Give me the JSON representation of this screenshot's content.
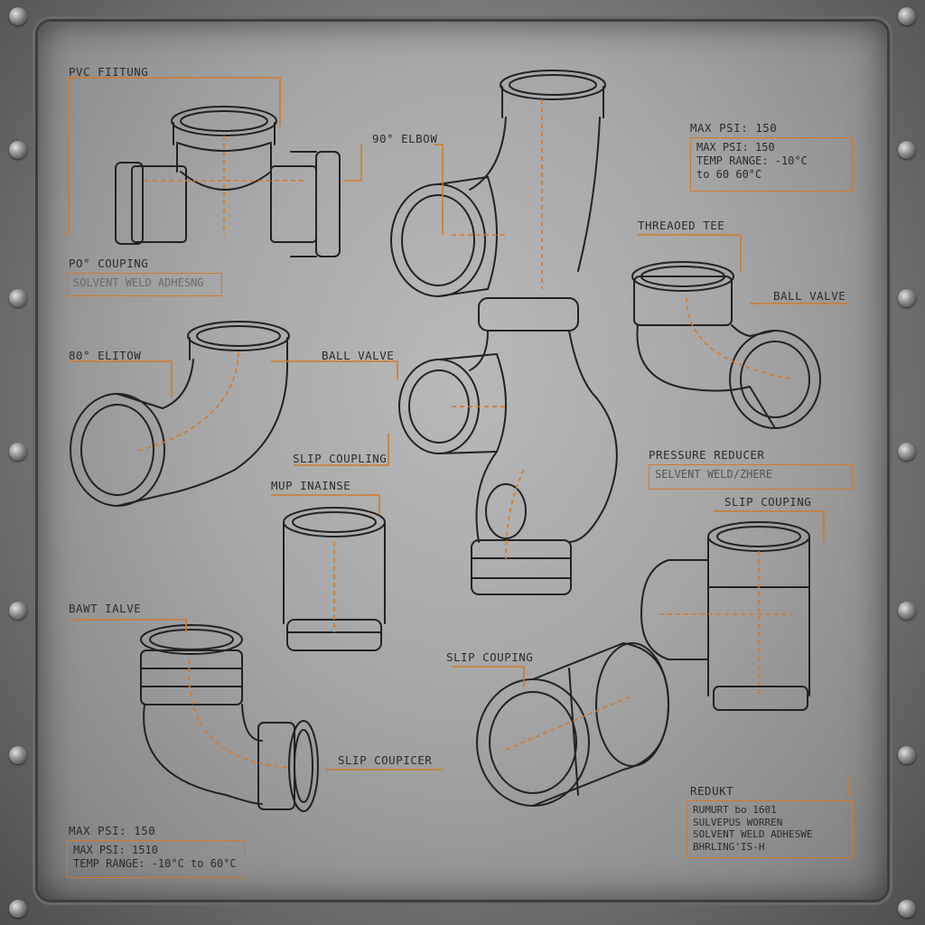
{
  "colors": {
    "accent": "#d07a2a",
    "ink": "#2b2b2b",
    "panel": "#a8a8a8"
  },
  "labels": {
    "pvc_fitting": "PVC FIITUNG",
    "elbow_90_top": "90° ELBOW",
    "coupling_90": "PO° COUPING",
    "elbow_80": "80° ELITOW",
    "ball_valve_center": "BALL VALVE",
    "slip_coupling_center": "SLIP COUPLING",
    "mup_nainse": "MUP INAINSE",
    "bawt_valve": "BAWT IALVE",
    "slip_coupicer": "SLIP COUPICER",
    "slip_couping_bottom": "SLIP COUPING",
    "max_psi_bottom_label": "MAX PSI: 150",
    "max_psi_top_label": "MAX PSI: 150",
    "threaded_tee": "THREAOED TEE",
    "ball_valve_right": "BALL VALVE",
    "pressure_reducer": "PRESSURE REDUCER",
    "slip_couping_right": "SLIP COUPING",
    "reduit": "REDUKT"
  },
  "boxes": {
    "solvent_left": "SOLVENT WELD ADHESNG",
    "max_psi_top": "MAX PSI: 150\nTEMP RANGE: -10°C\nto 60 60°C",
    "solvent_right": "SELVENT WELD/ZHERE",
    "max_psi_bottom": "MAX PSI: 1510\nTEMP RANGE: -10°C to 60°C",
    "reduit_specs": "RUMURT bo 1601\nSULVEPUS WORREN\nSOLVENT WELD ADHESWE\nBHRLING'IS-H"
  },
  "icons": [
    "rivet-icon"
  ]
}
